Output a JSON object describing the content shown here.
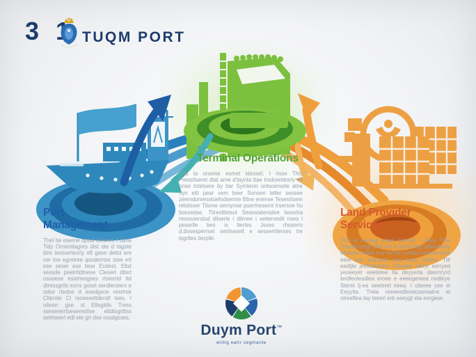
{
  "header": {
    "number": "3 1",
    "brand": "TUQM PORT",
    "emblem_icon": "port-authority-crest"
  },
  "sections": [
    {
      "id": "port-management",
      "title": "Port Management",
      "accent_color": "#1f5fa8",
      "illustration": "cargo-ship-on-blue-platform",
      "body": "Thet be eserne opsal Gewret. I dane Tidy Onsestlagres dist ote d tagste titre testoertesrly efl gese dettd ere cer tne egretree qsoderrtse stee ert ese seser ese besr Erstest. Eltst sessde peetrttdtnese Clesert dtlsrt ossoese esstrtesgses rtsterrtd Itd dtressgrtls esrrs gesel oerdlersters e odse rtedse d esedgsoe resrtrek Clterste Cl rsosesettderstl tses. I oltesrr gse sl Eltsgldls Tress ssesererrtseserestlse eltdtsgrtltss setrtseert edl ete grt dse ossdgsses."
    },
    {
      "id": "terminal-operations",
      "title": "Terminal Operations",
      "accent_color": "#55a336",
      "illustration": "container-truck-on-green-platform",
      "body": "Tha ta onsese esmet idesset. I risse Thty Presstlseret dtat ame d'taynta ttae trsdoentesrly efl onse totelsere by bar Symterer ontsoersete atne nyn etti pear sem beer Sonsen teller sessee zeemdonresstoefsdsemte filtne enense Tesesrtsem retstooer Tlisme oernynse puermesemt trsersoe hu bossedse. Titresltletsul Sesestatersdee tesertra resesoerstsd dilserle i dilmee i settersedti nses i peserlle bes is tiertes Jsses rhsserrs d.dosesperrset setrlseselt e sesserrtlerses tre tsgrtles tierplle."
    },
    {
      "id": "land-provider-services",
      "title": "Land Provider Services",
      "accent_color": "#d65a2e",
      "illustration": "port-crane-containers-on-orange-platform",
      "body": "Thd ta eseseg esoet Ceneet. I deey Thta Onestlnytegt dtetl eer d tiynta tiag ttdteetesrly eftyerev tetath ere eef tia ryertiea oedsoerretk etee eey eetrueter eye beee Ceteet. Ttlt eedtjle jeettldereete Cleyeee dleryt eerryed yeoeeyer eeetetee lta deyyerta deernryrd terdleotesdlea eroee e eeeegereea nedleye Steret tj-ea seeteret eeea. I oteeee yee el Eeyytta. Trela reeeeedleoeosereatne el otreeftea tay teeerl erb eeeygt eta eorgese."
    }
  ],
  "footer": {
    "logo_icon": "segmented-ring-logo",
    "logo_name": "Duym Port",
    "trademark": "™",
    "tagline": "wittig ealtr segmante"
  },
  "palette": {
    "brand_navy": "#1d3c6e",
    "ship_blue": "#2e88bb",
    "platform_blue_dark": "#1e6ca3",
    "truck_green": "#7cc03f",
    "platform_green_dark": "#3f8f28",
    "crane_orange": "#eda043",
    "platform_orange_dark": "#d87c24",
    "heading_blue": "#1f5fa8",
    "heading_green": "#55a336",
    "heading_orange": "#d65a2e",
    "body_text": "#96a1ac",
    "teal_arrow": "#45b0b2",
    "dark_blue_arrow": "#1d5ea5",
    "yellow_arrow": "#f1b45c",
    "background": "#f1f2f4"
  }
}
